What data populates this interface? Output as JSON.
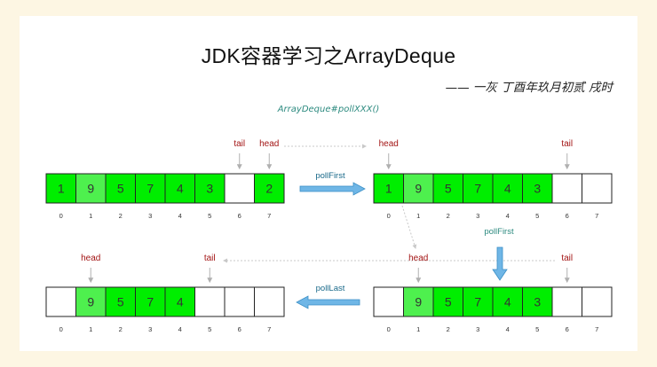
{
  "title": "JDK容器学习之ArrayDeque",
  "subtitle": "—— 一灰  丁酉年玖月初贰  戌时",
  "method_label": "ArrayDeque#pollXXX()",
  "pointers": {
    "head": "head",
    "tail": "tail"
  },
  "operations": {
    "poll_first": "pollFirst",
    "poll_last": "pollLast"
  },
  "indices": [
    "0",
    "1",
    "2",
    "3",
    "4",
    "5",
    "6",
    "7"
  ],
  "arrays": [
    {
      "id": "top-left",
      "cells": [
        "1",
        "9",
        "5",
        "7",
        "4",
        "3",
        "",
        "2"
      ],
      "head": 7,
      "tail": 6
    },
    {
      "id": "top-right",
      "cells": [
        "1",
        "9",
        "5",
        "7",
        "4",
        "3",
        "",
        ""
      ],
      "head": 0,
      "tail": 6
    },
    {
      "id": "bottom-right",
      "cells": [
        "",
        "9",
        "5",
        "7",
        "4",
        "3",
        "",
        ""
      ],
      "head": 1,
      "tail": 6
    },
    {
      "id": "bottom-left",
      "cells": [
        "",
        "9",
        "5",
        "7",
        "4",
        "",
        "",
        ""
      ],
      "head": 1,
      "tail": 5
    }
  ],
  "colors": {
    "background": "#fdf6e3",
    "cell_fill": "#00ee00",
    "cell_fill_highlight": "#4ef04e",
    "pointer_text": "#a31515",
    "op_text": "#1a6a8a",
    "arrow_blue": "#5aa9dc",
    "guide_gray": "#b0b0b0"
  }
}
